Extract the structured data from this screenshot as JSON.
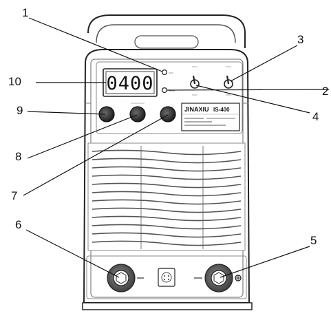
{
  "display": {
    "reading": "0400"
  },
  "nameplate": {
    "brand": "JINAXIU",
    "model": "IS-400"
  },
  "callouts": [
    "1",
    "2",
    "3",
    "4",
    "5",
    "6",
    "7",
    "8",
    "9",
    "10"
  ],
  "colors": {
    "outline": "#222222",
    "knob": "#333333",
    "connector_ring": "#555555",
    "background": "#ffffff"
  }
}
